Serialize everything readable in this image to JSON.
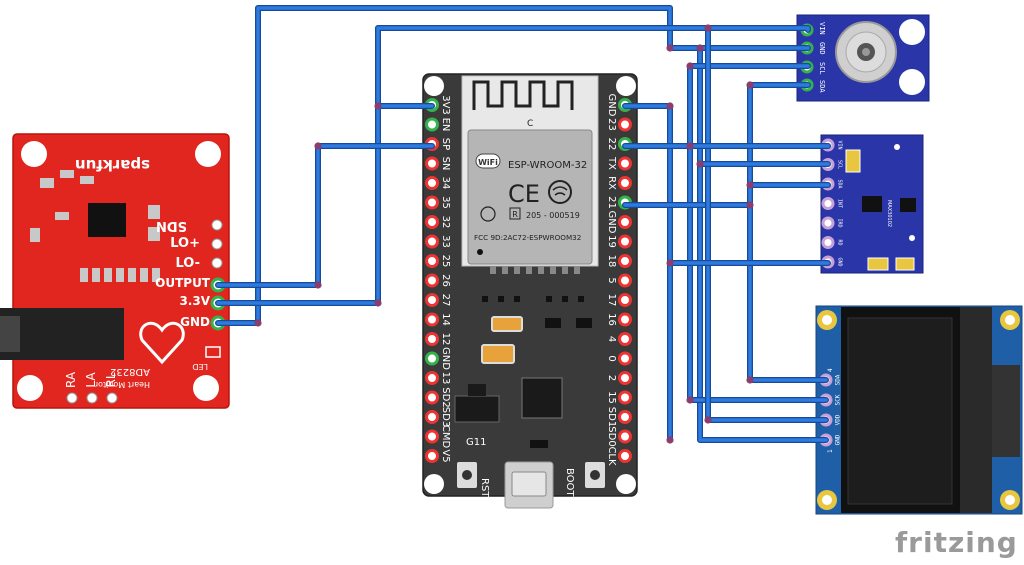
{
  "colors": {
    "wire": "#2266cc",
    "wire_dark": "#174a99",
    "ecg_board": "#e0261f",
    "esp_board": "#3a3a3a",
    "module_blue": "#2a35a8",
    "oled_board": "#1f5fa8",
    "pin_green": "#35b24a",
    "pin_red": "#e33",
    "joint": "#8a3d6e"
  },
  "ecg": {
    "brand": "sparkfun",
    "pins": [
      "SDN",
      "LO+",
      "LO-",
      "OUTPUT",
      "3.3V",
      "GND"
    ],
    "leads": [
      "RA",
      "LA",
      "RL"
    ],
    "chip_label": "AD8232",
    "chip_sub": "Heart Monitor",
    "led_label": "LED"
  },
  "esp32": {
    "module_name": "ESP-WROOM-32",
    "wifi_label": "WiFi",
    "ce_mark": "CE",
    "r_mark": "R",
    "cert_no": "205 - 000519",
    "fcc_id": "FCC 9D:2AC72-ESPWROOM32",
    "antenna_label": "C",
    "left_pins": [
      "3V3",
      "EN",
      "SP",
      "SN",
      "34",
      "35",
      "32",
      "33",
      "25",
      "26",
      "27",
      "14",
      "12",
      "GND",
      "13",
      "SD2",
      "SD3",
      "CMD",
      "V5"
    ],
    "right_pins": [
      "GND",
      "23",
      "22",
      "TX",
      "RX",
      "21",
      "GND",
      "19",
      "18",
      "5",
      "17",
      "16",
      "4",
      "0",
      "2",
      "15",
      "SD1",
      "SD0",
      "CLK"
    ],
    "rst_label": "RST",
    "boot_label": "BOOT",
    "g11_label": "G11"
  },
  "temp_sensor": {
    "pins": [
      "VIN",
      "GND",
      "SCL",
      "SDA"
    ]
  },
  "spo2": {
    "pins": [
      "VIN",
      "SCL",
      "SDA",
      "INT",
      "IRD",
      "RD",
      "GND"
    ],
    "chip_label": "MAX30102"
  },
  "oled": {
    "pins": [
      "GND",
      "VDD",
      "SCK",
      "SDA"
    ],
    "pin_numbers": [
      "1",
      "4"
    ]
  },
  "watermark": "fritzing"
}
